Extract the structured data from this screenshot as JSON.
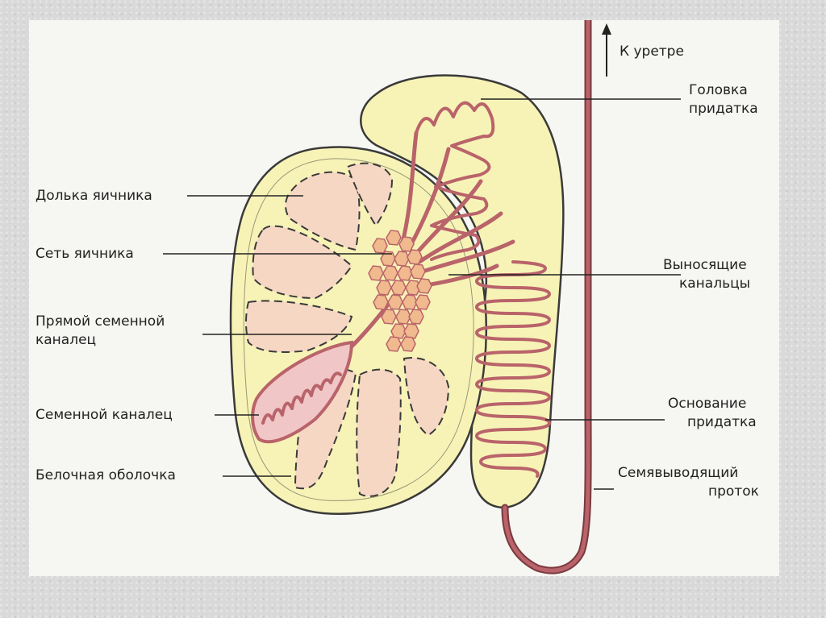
{
  "colors": {
    "outline": "#3a3a3a",
    "organ_fill": "#f7f3b6",
    "lobule_fill": "#f6d7c4",
    "tubule": "#b9636a",
    "tubule_light": "#f0c6c6",
    "rete": "#f0b98e",
    "leader": "#222222"
  },
  "icons": {
    "arrow": "arrow-up-icon"
  },
  "labels": {
    "to_urethra": "К уретре",
    "head_line1": "Головка",
    "head_line2": "придатка",
    "efferent_line1": "Выносящие",
    "efferent_line2": "канальцы",
    "base_line1": "Основание",
    "base_line2": "придатка",
    "vas_line1": "Семявыводящий",
    "vas_line2": "проток",
    "lobule": "Долька яичника",
    "rete": "Сеть яичника",
    "straight_line1": "Прямой семенной",
    "straight_line2": "каналец",
    "seminiferous": "Семенной каналец",
    "albuginea": "Белочная оболочка"
  }
}
